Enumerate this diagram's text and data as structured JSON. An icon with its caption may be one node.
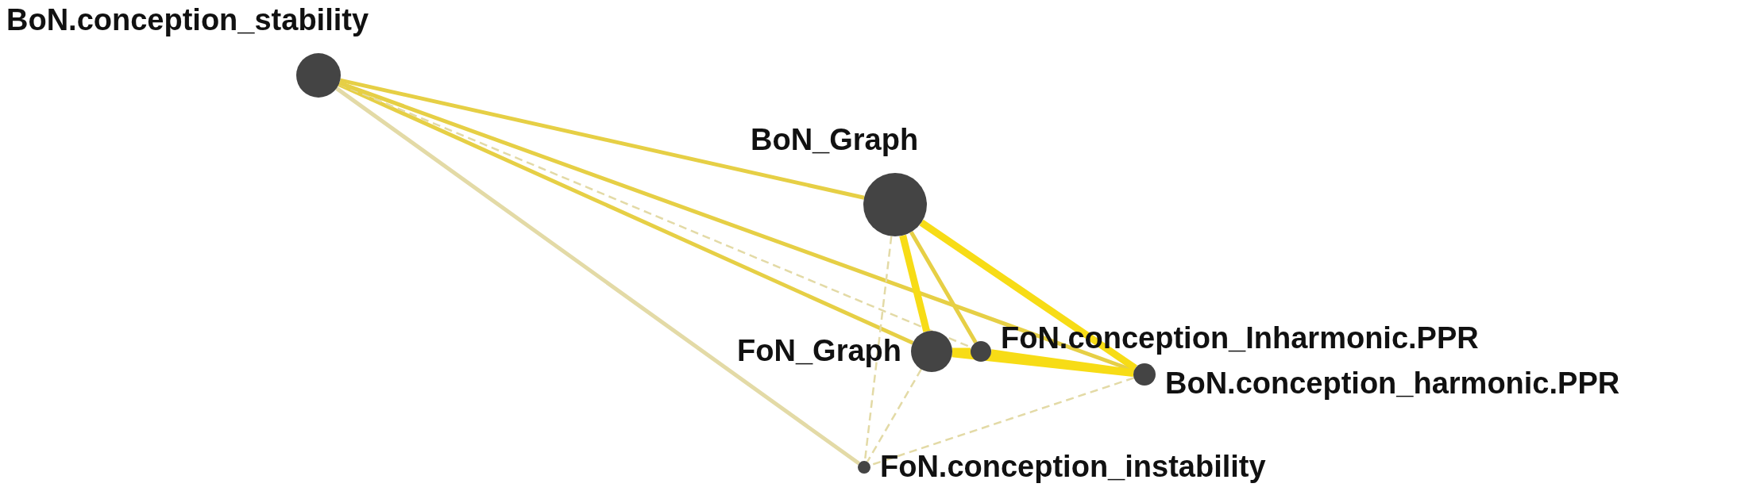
{
  "diagram": {
    "nodes": [
      {
        "text": [
          "BoN.conception_stability"
        ]
      },
      {
        "text": [
          "BoN_Graph"
        ]
      },
      {
        "text": [
          "FoN_Graph"
        ]
      },
      {
        "text": [
          "FoN.conception_Inharmonic.PPR"
        ]
      },
      {
        "text": [
          "BoN.conception_harmonic.PPR"
        ]
      },
      {
        "text": [
          "FoN.conception_instability"
        ]
      }
    ],
    "edges": [
      {
        "from": 0,
        "to": 1,
        "arrow": "none",
        "color": "#e6cf45"
      },
      {
        "from": 0,
        "to": 2,
        "arrow": "none",
        "color": "#e6cf45"
      },
      {
        "from": 0,
        "to": 3,
        "arrow": "none",
        "style": "dashed",
        "color": "#e3daa6"
      },
      {
        "from": 0,
        "to": 4,
        "arrow": "none",
        "color": "#e6cf45"
      },
      {
        "from": 0,
        "to": 5,
        "arrow": "none",
        "color": "#e3daa6"
      },
      {
        "from": 1,
        "to": 2,
        "arrow": "none",
        "style": "thick",
        "color": "#f7dc16"
      },
      {
        "from": 1,
        "to": 3,
        "arrow": "none",
        "color": "#e6cf45"
      },
      {
        "from": 1,
        "to": 4,
        "arrow": "none",
        "style": "thick",
        "color": "#f7dc16"
      },
      {
        "from": 1,
        "to": 5,
        "arrow": "none",
        "style": "dashed",
        "color": "#e3daa6"
      },
      {
        "from": 2,
        "to": 3,
        "arrow": "none",
        "style": "thick",
        "color": "#f7dc16"
      },
      {
        "from": 2,
        "to": 4,
        "arrow": "none",
        "style": "thick",
        "color": "#f7dc16"
      },
      {
        "from": 2,
        "to": 5,
        "arrow": "none",
        "style": "dashed",
        "color": "#e3daa6"
      },
      {
        "from": 3,
        "to": 4,
        "arrow": "none",
        "style": "thick",
        "color": "#f7dc16"
      },
      {
        "from": 4,
        "to": 5,
        "arrow": "none",
        "style": "dashed",
        "color": "#e3daa6"
      }
    ]
  }
}
